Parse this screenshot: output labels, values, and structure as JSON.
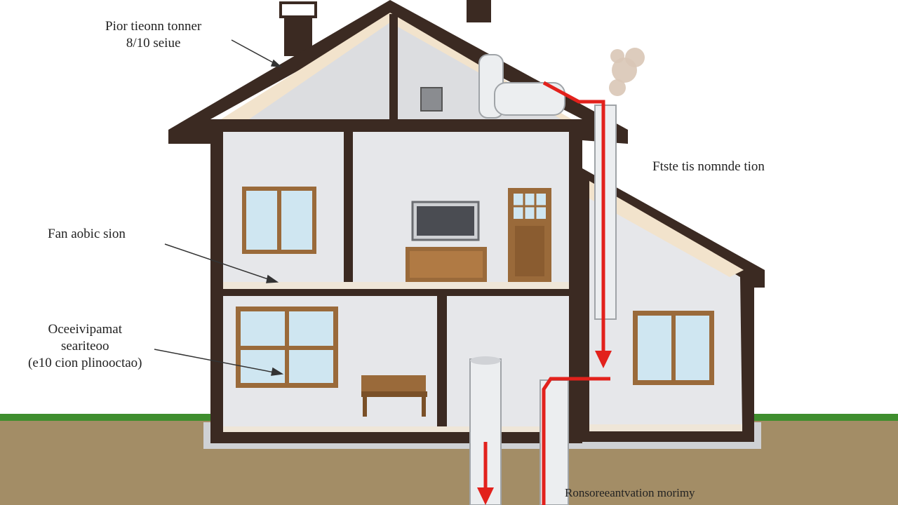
{
  "labels": {
    "roof_vent": {
      "line1": "Pior tieonn tonner",
      "line2": "8/10 seiue"
    },
    "right_pipe": {
      "line1": "Ftste tis nomnde tion"
    },
    "upper_floor": {
      "line1": "Fan aobic sion"
    },
    "ground_floor": {
      "line1": "Oceeivipamat",
      "line2": "seariteoo",
      "line3": "(e10 cion plinooctao)"
    },
    "soil": {
      "line1": "Ronsoreeantvation morimy"
    }
  },
  "colors": {
    "frame": "#3b2a22",
    "roof_underside": "#f2e3cc",
    "wall": "#d6d8db",
    "room": "#e6e7ea",
    "soil": "#a38d66",
    "grass": "#3f8e2e",
    "flow_arrow": "#e2211c",
    "pipe": "#eceef0",
    "window_glass": "#cfe6f1",
    "window_frame": "#9a6a3a",
    "wood": "#9a6a3a",
    "smoke": "#d9c7b6"
  },
  "icons": [
    "chimney",
    "radon-fan",
    "flow-arrow",
    "window",
    "television",
    "tv-stand",
    "door",
    "bench",
    "suction-pipe",
    "exhaust-smoke"
  ]
}
